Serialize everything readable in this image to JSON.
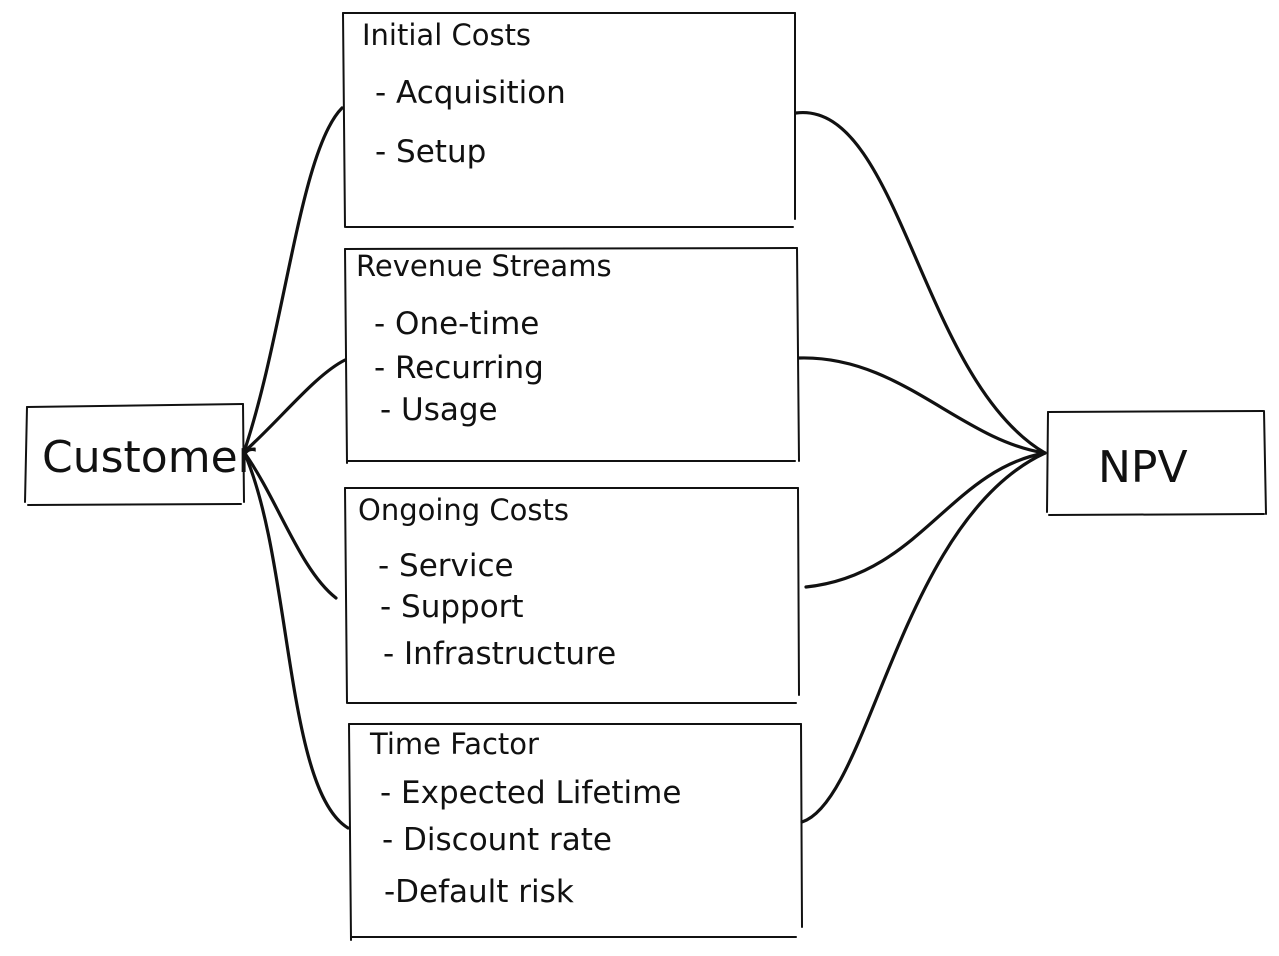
{
  "diagram": {
    "customer_label": "Customer",
    "npv_label": "NPV",
    "boxes": [
      {
        "title": "Initial Costs",
        "items": [
          "- Acquisition",
          "- Setup"
        ]
      },
      {
        "title": "Revenue Streams",
        "items": [
          "- One-time",
          "- Recurring",
          "- Usage"
        ]
      },
      {
        "title": "Ongoing Costs",
        "items": [
          "- Service",
          "- Support",
          "- Infrastructure"
        ]
      },
      {
        "title": "Time Factor",
        "items": [
          "- Expected Lifetime",
          "- Discount rate",
          "-Default risk"
        ]
      }
    ]
  }
}
